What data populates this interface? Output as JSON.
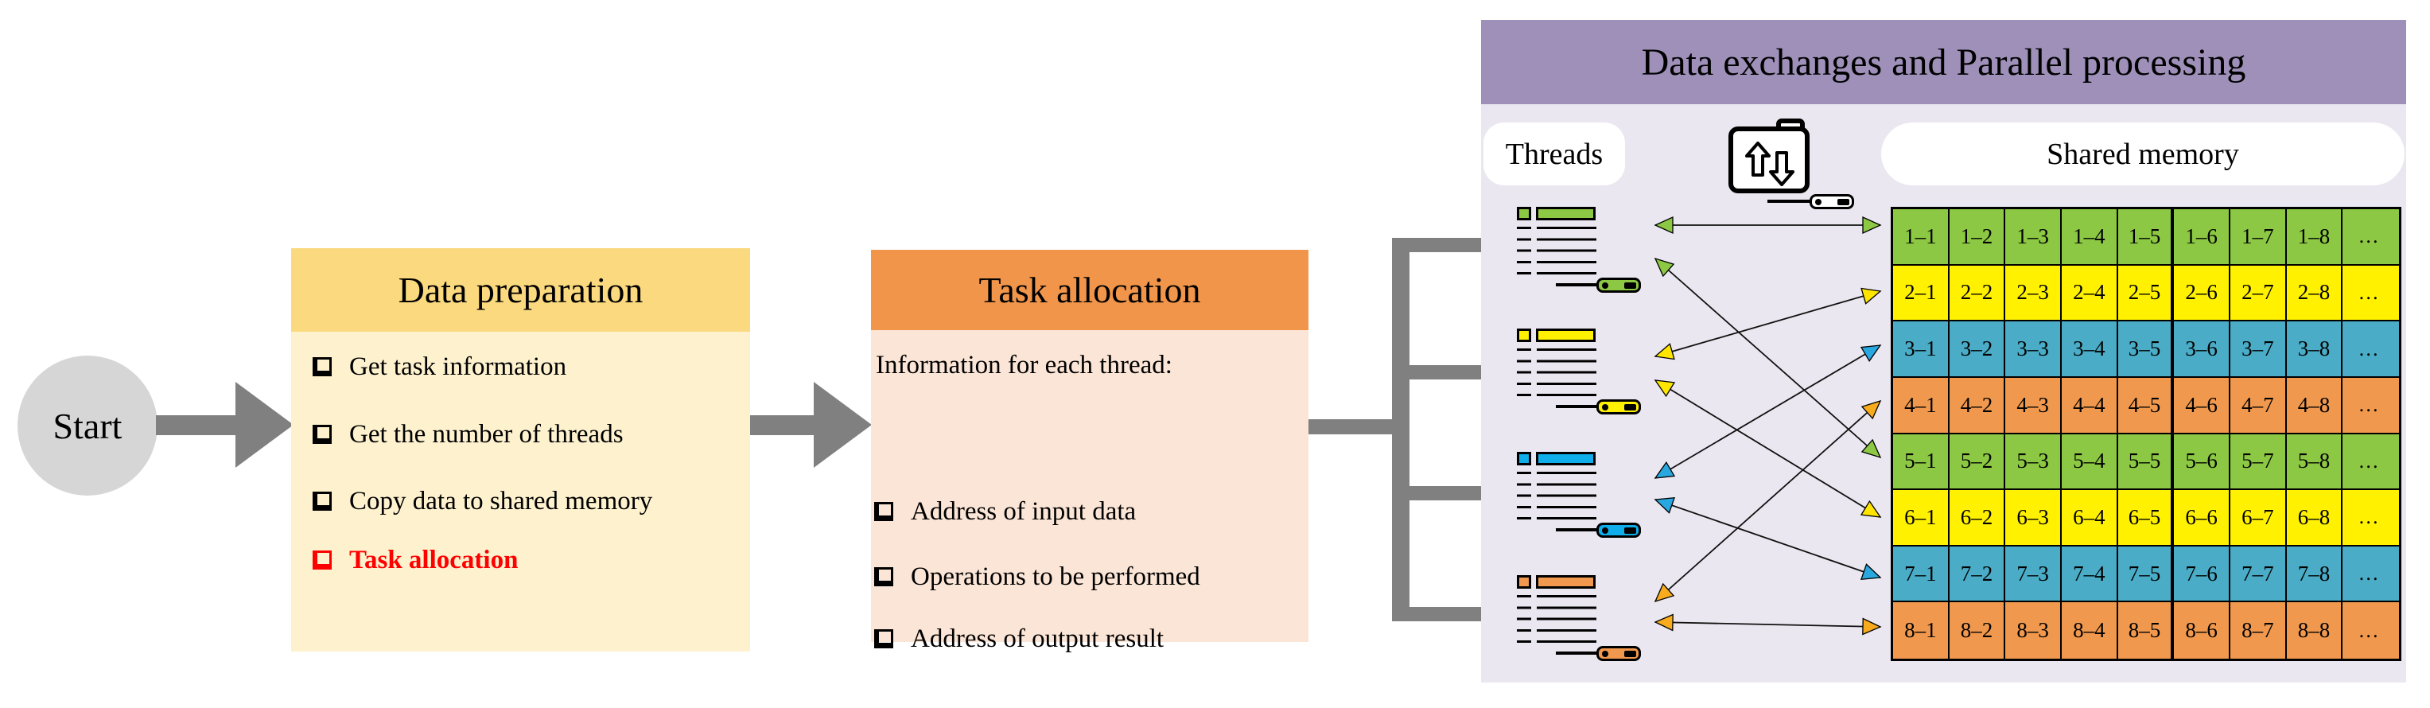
{
  "start": {
    "label": "Start",
    "circle_color": "#D6D6D6"
  },
  "arrows_color": "#808080",
  "data_preparation": {
    "title": "Data preparation",
    "header_color": "#FBD97E",
    "body_color": "#FDF1CE",
    "items": [
      {
        "label": "Get task information",
        "highlighted": false
      },
      {
        "label": "Get the number of threads",
        "highlighted": false
      },
      {
        "label": "Copy data to shared memory",
        "highlighted": false
      },
      {
        "label": "Task allocation",
        "highlighted": true
      }
    ],
    "highlight_color": "#FF0000"
  },
  "task_allocation": {
    "title": "Task allocation",
    "header_color": "#F0954A",
    "body_color": "#FBE5D6",
    "intro": "Information for each thread:",
    "items": [
      "Address of input data",
      "Operations to be performed",
      "Address of output result"
    ]
  },
  "panel": {
    "title": "Data exchanges and Parallel processing",
    "header_color": "#9E90B9",
    "body_color": "#EAE7F0",
    "threads_label": "Threads",
    "shared_memory_label": "Shared memory",
    "thread_colors": [
      "#8CC843",
      "#FFF100",
      "#0FAEEA",
      "#F0994E"
    ],
    "arrowhead_colors": [
      "#8CC843",
      "#FFE500",
      "#29A8DF",
      "#F8AB1C"
    ],
    "connections": [
      {
        "thread": 1,
        "row": 1
      },
      {
        "thread": 1,
        "row": 5
      },
      {
        "thread": 2,
        "row": 2
      },
      {
        "thread": 2,
        "row": 6
      },
      {
        "thread": 3,
        "row": 3
      },
      {
        "thread": 3,
        "row": 7
      },
      {
        "thread": 4,
        "row": 4
      },
      {
        "thread": 4,
        "row": 8
      }
    ],
    "memory": {
      "rows": [
        {
          "color": "#8CC843",
          "cells": [
            "1–1",
            "1–2",
            "1–3",
            "1–4",
            "1–5",
            "1–6",
            "1–7",
            "1–8",
            "…"
          ]
        },
        {
          "color": "#FFF100",
          "cells": [
            "2–1",
            "2–2",
            "2–3",
            "2–4",
            "2–5",
            "2–6",
            "2–7",
            "2–8",
            "…"
          ]
        },
        {
          "color": "#4AACC6",
          "cells": [
            "3–1",
            "3–2",
            "3–3",
            "3–4",
            "3–5",
            "3–6",
            "3–7",
            "3–8",
            "…"
          ]
        },
        {
          "color": "#F0994E",
          "cells": [
            "4–1",
            "4–2",
            "4–3",
            "4–4",
            "4–5",
            "4–6",
            "4–7",
            "4–8",
            "…"
          ]
        },
        {
          "color": "#8CC843",
          "cells": [
            "5–1",
            "5–2",
            "5–3",
            "5–4",
            "5–5",
            "5–6",
            "5–7",
            "5–8",
            "…"
          ]
        },
        {
          "color": "#FFF100",
          "cells": [
            "6–1",
            "6–2",
            "6–3",
            "6–4",
            "6–5",
            "6–6",
            "6–7",
            "6–8",
            "…"
          ]
        },
        {
          "color": "#4AACC6",
          "cells": [
            "7–1",
            "7–2",
            "7–3",
            "7–4",
            "7–5",
            "7–6",
            "7–7",
            "7–8",
            "…"
          ]
        },
        {
          "color": "#F0994E",
          "cells": [
            "8–1",
            "8–2",
            "8–3",
            "8–4",
            "8–5",
            "8–6",
            "8–7",
            "8–8",
            "…"
          ]
        }
      ]
    }
  }
}
